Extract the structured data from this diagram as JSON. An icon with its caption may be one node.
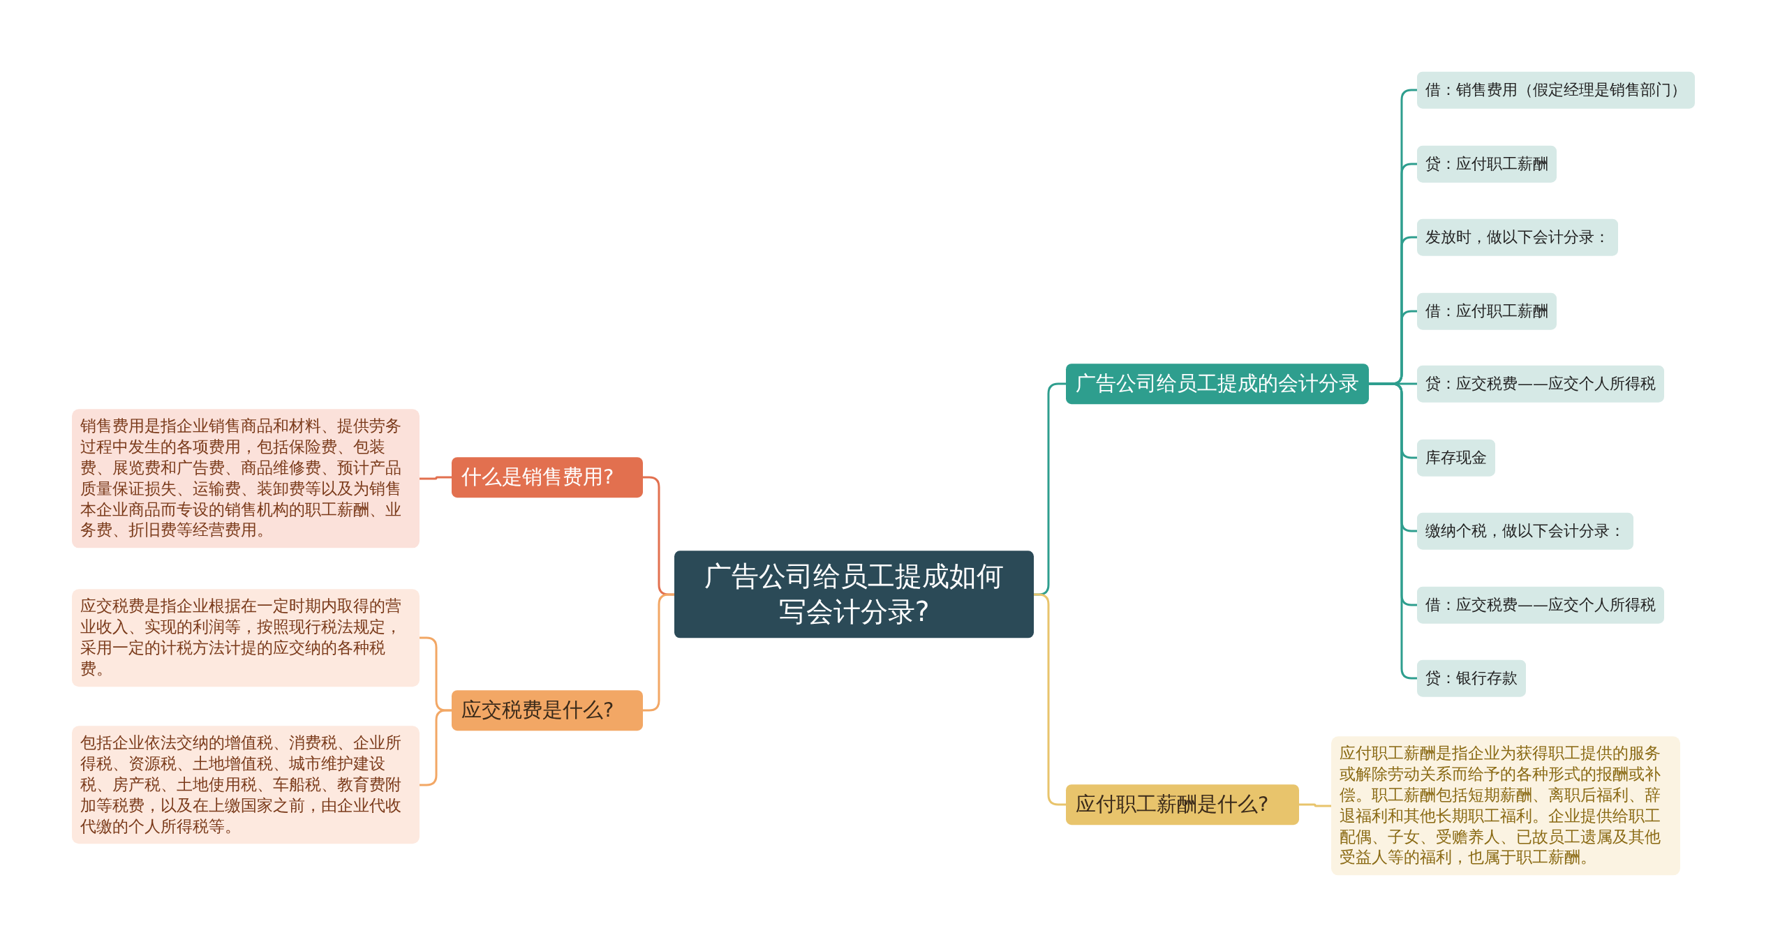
{
  "diagram": {
    "nodes": [
      {
        "text": [
          "广告公司给员工提成如何写会计分录?"
        ]
      },
      {
        "text": [
          "什么是销售费用?"
        ]
      },
      {
        "text": [
          "应交税费是什么?"
        ]
      },
      {
        "text": [
          "广告公司给员工提成的会计分录"
        ]
      },
      {
        "text": [
          "应付职工薪酬是什么?"
        ]
      },
      {
        "text": [
          "销售费用是指企业销售商品和材料、提供劳务过程中发生的各项费用，包括保险费、包装费、展览费和广告费、商品维修费、预计产品质量保证损失、运输费、装卸费等以及为销售本企业商品而专设的销售机构的职工薪酬、业务费、折旧费等经营费用。"
        ]
      },
      {
        "text": [
          "应交税费是指企业根据在一定时期内取得的营业收入、实现的利润等，按照现行税法规定，采用一定的计税方法计提的应交纳的各种税费。"
        ]
      },
      {
        "text": [
          "包括企业依法交纳的增值税、消费税、企业所得税、资源税、土地增值税、城市维护建设税、房产税、土地使用税、车船税、教育费附加等税费，以及在上缴国家之前，由企业代收代缴的个人所得税等。"
        ]
      },
      {
        "text": [
          "借：销售费用（假定经理是销售部门）"
        ]
      },
      {
        "text": [
          "贷：应付职工薪酬"
        ]
      },
      {
        "text": [
          "发放时，做以下会计分录："
        ]
      },
      {
        "text": [
          "借：应付职工薪酬"
        ]
      },
      {
        "text": [
          "贷：应交税费——应交个人所得税"
        ]
      },
      {
        "text": [
          "库存现金"
        ]
      },
      {
        "text": [
          "缴纳个税，做以下会计分录："
        ]
      },
      {
        "text": [
          "借：应交税费——应交个人所得税"
        ]
      },
      {
        "text": [
          "贷：银行存款"
        ]
      },
      {
        "text": [
          "应付职工薪酬是指企业为获得职工提供的服务或解除劳动关系而给予的各种形式的报酬或补偿。职工薪酬包括短期薪酬、离职后福利、辞退福利和其他长期职工福利。企业提供给职工配偶、子女、受赡养人、已故员工遗属及其他受益人等的福利，也属于职工薪酬。"
        ]
      }
    ],
    "edges": [
      {
        "from": 0,
        "to": 1,
        "arrow": "none",
        "color": "#e2704f"
      },
      {
        "from": 0,
        "to": 2,
        "arrow": "none",
        "color": "#f2a765"
      },
      {
        "from": 0,
        "to": 3,
        "arrow": "none",
        "color": "#2e9e8e"
      },
      {
        "from": 0,
        "to": 4,
        "arrow": "none",
        "color": "#e8c46c"
      },
      {
        "from": 1,
        "to": 5,
        "arrow": "none",
        "color": "#e2704f"
      },
      {
        "from": 2,
        "to": 6,
        "arrow": "none",
        "color": "#f2a765"
      },
      {
        "from": 2,
        "to": 7,
        "arrow": "none",
        "color": "#f2a765"
      },
      {
        "from": 3,
        "to": 8,
        "arrow": "none",
        "color": "#2e9e8e"
      },
      {
        "from": 3,
        "to": 9,
        "arrow": "none",
        "color": "#2e9e8e"
      },
      {
        "from": 3,
        "to": 10,
        "arrow": "none",
        "color": "#2e9e8e"
      },
      {
        "from": 3,
        "to": 11,
        "arrow": "none",
        "color": "#2e9e8e"
      },
      {
        "from": 3,
        "to": 12,
        "arrow": "none",
        "color": "#2e9e8e"
      },
      {
        "from": 3,
        "to": 13,
        "arrow": "none",
        "color": "#2e9e8e"
      },
      {
        "from": 3,
        "to": 14,
        "arrow": "none",
        "color": "#2e9e8e"
      },
      {
        "from": 3,
        "to": 15,
        "arrow": "none",
        "color": "#2e9e8e"
      },
      {
        "from": 3,
        "to": 16,
        "arrow": "none",
        "color": "#2e9e8e"
      },
      {
        "from": 4,
        "to": 17,
        "arrow": "none",
        "color": "#e8c46c"
      }
    ]
  }
}
